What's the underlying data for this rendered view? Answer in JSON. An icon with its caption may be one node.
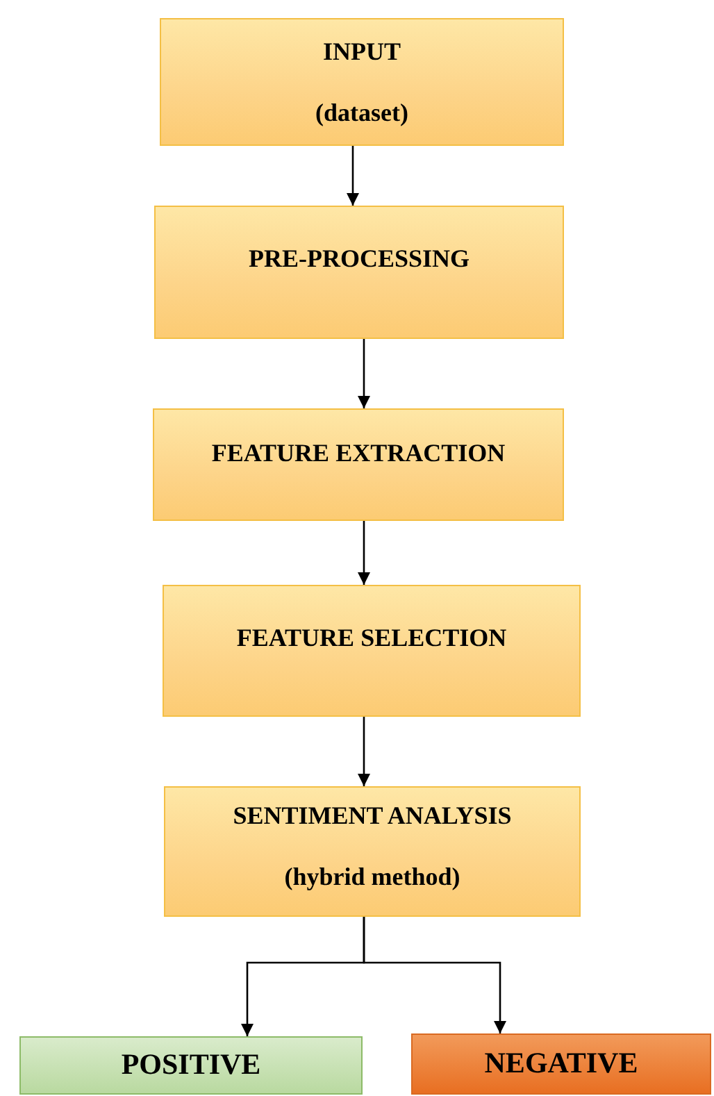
{
  "diagram": {
    "nodes": [
      {
        "text": [
          "INPUT",
          "(dataset)"
        ]
      },
      {
        "text": [
          "PRE-PROCESSING"
        ]
      },
      {
        "text": [
          "FEATURE EXTRACTION"
        ]
      },
      {
        "text": [
          "FEATURE SELECTION"
        ]
      },
      {
        "text": [
          "SENTIMENT ANALYSIS",
          "(hybrid method)"
        ]
      },
      {
        "text": [
          "POSITIVE"
        ]
      },
      {
        "text": [
          "NEGATIVE"
        ]
      }
    ],
    "edges": [
      {
        "from": 0,
        "to": 1,
        "arrow": "to"
      },
      {
        "from": 1,
        "to": 2,
        "arrow": "to"
      },
      {
        "from": 2,
        "to": 3,
        "arrow": "to"
      },
      {
        "from": 3,
        "to": 4,
        "arrow": "to"
      },
      {
        "from": 4,
        "to": 5,
        "arrow": "to"
      },
      {
        "from": 4,
        "to": 6,
        "arrow": "to"
      }
    ]
  }
}
